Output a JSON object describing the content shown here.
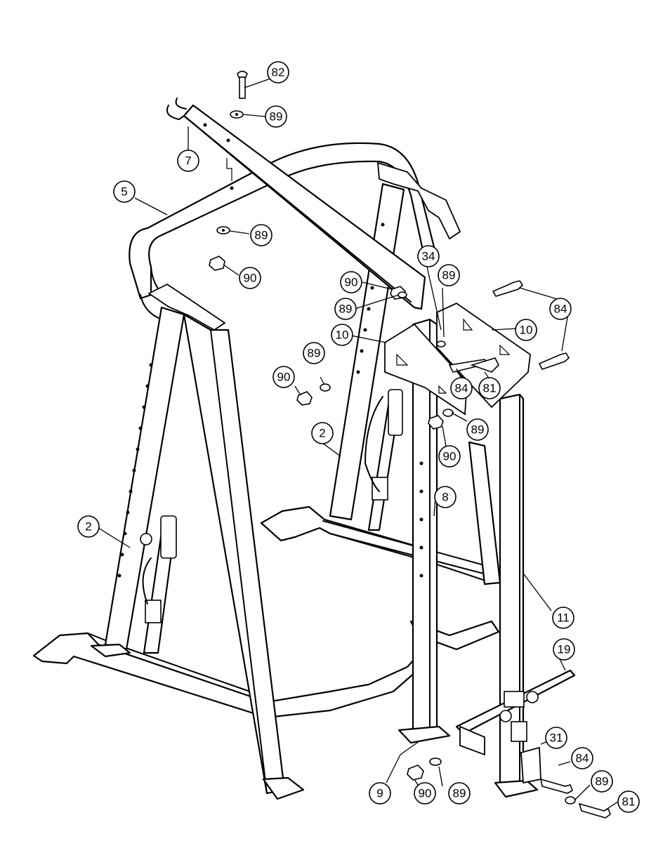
{
  "callouts": [
    {
      "id": "c82a",
      "label": "82"
    },
    {
      "id": "c89a",
      "label": "89"
    },
    {
      "id": "c7",
      "label": "7"
    },
    {
      "id": "c5",
      "label": "5"
    },
    {
      "id": "c89b",
      "label": "89"
    },
    {
      "id": "c90a",
      "label": "90"
    },
    {
      "id": "c34",
      "label": "34"
    },
    {
      "id": "c89c",
      "label": "89"
    },
    {
      "id": "c90b",
      "label": "90"
    },
    {
      "id": "c89d",
      "label": "89"
    },
    {
      "id": "c84a",
      "label": "84"
    },
    {
      "id": "c10a",
      "label": "10"
    },
    {
      "id": "c10b",
      "label": "10"
    },
    {
      "id": "c89e",
      "label": "89"
    },
    {
      "id": "c90c",
      "label": "90"
    },
    {
      "id": "c84b",
      "label": "84"
    },
    {
      "id": "c81a",
      "label": "81"
    },
    {
      "id": "c2a",
      "label": "2"
    },
    {
      "id": "c89f",
      "label": "89"
    },
    {
      "id": "c90d",
      "label": "90"
    },
    {
      "id": "c8",
      "label": "8"
    },
    {
      "id": "c2b",
      "label": "2"
    },
    {
      "id": "c11",
      "label": "11"
    },
    {
      "id": "c19",
      "label": "19"
    },
    {
      "id": "c31",
      "label": "31"
    },
    {
      "id": "c84c",
      "label": "84"
    },
    {
      "id": "c89g",
      "label": "89"
    },
    {
      "id": "c81b",
      "label": "81"
    },
    {
      "id": "c9",
      "label": "9"
    },
    {
      "id": "c90e",
      "label": "90"
    },
    {
      "id": "c89h",
      "label": "89"
    }
  ]
}
